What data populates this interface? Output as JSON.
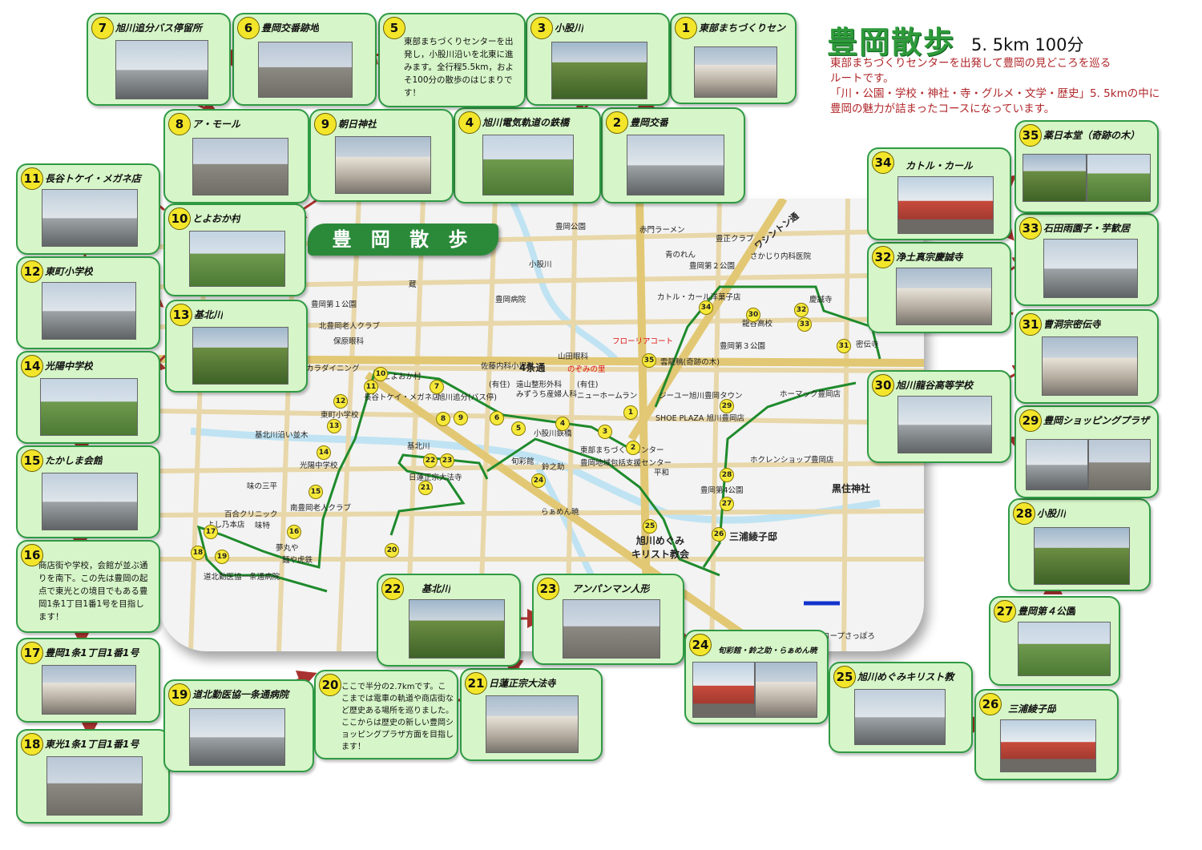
{
  "header": {
    "title": "豊岡散歩",
    "distance": "5. 5km 100分",
    "description": [
      "東部まちづくりセンターを出発して豊岡の見どころを巡る",
      "ルートです。",
      "「川・公園・学校・神社・寺・グルメ・文学・歴史」5. 5kmの中に",
      "豊岡の魅力が詰まったコースになっています。"
    ]
  },
  "map": {
    "banner": "豊 岡 散 歩",
    "labels": {
      "toyooka_park": "豊岡公園",
      "akamon_ramen": "赤門ラーメン",
      "toyooka_club": "豊正クラブ",
      "aonoren": "青のれん",
      "sakagari": "さかじり内科医院",
      "toyooka2park": "豊岡第２公園",
      "kura": "蔵",
      "toyooka1park": "豊岡第１公園",
      "kitatoyooka": "北豊岡老人クラブ",
      "toyooka_hosp": "豊岡病院",
      "kosodate": "保原眼科",
      "katoru_sweets": "カトル・カール洋菓子店",
      "ryukoku": "龍谷高校",
      "toyooka3park": "豊岡第３公園",
      "floral": "フローリアコート",
      "yamada": "山田眼科",
      "sata": "佐藤内科小児科",
      "toyama": "遠山整形外科",
      "mizuchi": "みずうち産婦人科",
      "nozomi": "のぞみの里",
      "koto": "(有住)",
      "kotoni": "(有住)",
      "newhome": "ニューホームラン",
      "jiyu": "ジーユー旭川豊岡タウン",
      "shoe_plaza_map": "SHOE PLAZA 旭川豊岡店",
      "homac": "ホーマック豊岡店",
      "hokuren": "ホクレンショップ豊岡店",
      "kurozumi": "黒住神社",
      "toyooka4park": "豊岡第4公園",
      "miura": "三浦綾子邸",
      "church": "旭川めぐみ\nキリスト教会",
      "coop": "コープさっぽろ",
      "heiwa": "平和",
      "center": "東部まちづくりセンター",
      "chiiki": "豊岡地域包括支援センター",
      "hokusen": "基北川沿い並木",
      "kokita": "基北川",
      "kokita2": "基北川",
      "higashimachi": "東町小学校",
      "koyo": "光陽中学校",
      "aji": "味の三平",
      "minami": "南豊岡老人クラブ",
      "yuriclinic": "百合クリニック",
      "yoshiko": "よし乃本店",
      "ajimoto": "味特",
      "yumemaru": "夢丸や",
      "menya": "麺や虎鉄",
      "dohoku": "道北勤医協一条通病院",
      "nichiren": "日蓮正宗大法寺",
      "shunsai": "旬彩館",
      "suzunosuke": "鈴之助",
      "ramenkou": "らぁめん暁",
      "kogai_bridge": "小股川鉄橋",
      "toyooka_mura": "とよおか村",
      "nagaya": "長谷トケイ・メガネ店",
      "bus": "旭川追分(バス停)",
      "yonjo": "4条通",
      "washington": "ワシントン通",
      "kogawa": "小股川",
      "gyoseiji": "慶誠寺",
      "mitsudenji": "密伝寺",
      "ryokucho": "雲龍稿(奇跡の木)",
      "kara": "カラダイニング"
    }
  },
  "cards": [
    {
      "id": "1",
      "title": "東部まちづくりセン"
    },
    {
      "id": "2",
      "title": "豊岡交番"
    },
    {
      "id": "3",
      "title": "小股川"
    },
    {
      "id": "4",
      "title": "旭川電気軌道の鉄橋"
    },
    {
      "id": "5",
      "text": "東部まちづくりセンターを出発し，小股川沿いを北東に進みます。全行程5.5km，およそ100分の散歩のはじまりです！"
    },
    {
      "id": "6",
      "title": "豊岡交番跡地"
    },
    {
      "id": "7",
      "title": "旭川追分バス停留所"
    },
    {
      "id": "8",
      "title": "ア・モール"
    },
    {
      "id": "9",
      "title": "朝日神社"
    },
    {
      "id": "10",
      "title": "とよおか村"
    },
    {
      "id": "11",
      "title": "長谷トケイ・メガネ店"
    },
    {
      "id": "12",
      "title": "東町小学校"
    },
    {
      "id": "13",
      "title": "基北川"
    },
    {
      "id": "14",
      "title": "光陽中学校"
    },
    {
      "id": "15",
      "title": "たかしま会館"
    },
    {
      "id": "16",
      "text": "商店街や学校，会館が並ぶ通りを南下。この先は豊岡の起点で東光との境目でもある豊岡1条1丁目1番1号を目指します！"
    },
    {
      "id": "17",
      "title": "豊岡1条1丁目1番1号"
    },
    {
      "id": "18",
      "title": "東光1条1丁目1番1号"
    },
    {
      "id": "19",
      "title": "道北勤医協一条通病院"
    },
    {
      "id": "20",
      "text": "ここで半分の2.7kmです。ここまでは電車の軌道や商店街など歴史ある場所を巡りました。ここからは歴史の新しい豊岡ショッピングプラザ方面を目指します！"
    },
    {
      "id": "21",
      "title": "日蓮正宗大法寺"
    },
    {
      "id": "22",
      "title": "基北川"
    },
    {
      "id": "23",
      "title": "アンパンマン人形"
    },
    {
      "id": "24",
      "title": "旬彩館・鈴之助・らぁめん暁"
    },
    {
      "id": "25",
      "title": "旭川めぐみキリスト教"
    },
    {
      "id": "26",
      "title": "三浦綾子邸"
    },
    {
      "id": "27",
      "title": "豊岡第４公園"
    },
    {
      "id": "28",
      "title": "小股川"
    },
    {
      "id": "29",
      "title": "豊岡ショッピングプラザ"
    },
    {
      "id": "30",
      "title": "旭川龍谷高等学校"
    },
    {
      "id": "31",
      "title": "曹洞宗密伝寺"
    },
    {
      "id": "32",
      "title": "浄土真宗慶誠寺"
    },
    {
      "id": "33",
      "title": "石田雨園子・芋歓居"
    },
    {
      "id": "34",
      "title": "カトル・カール"
    },
    {
      "id": "35",
      "title": "薬日本堂（奇跡の木）"
    }
  ],
  "colors": {
    "card_bg": "#d6f5c8",
    "card_border": "#2f9a44",
    "route": "#1f8a2c",
    "arrow": "#a8322f",
    "title_green": "#2e9a3a",
    "desc_red": "#b0262a"
  }
}
